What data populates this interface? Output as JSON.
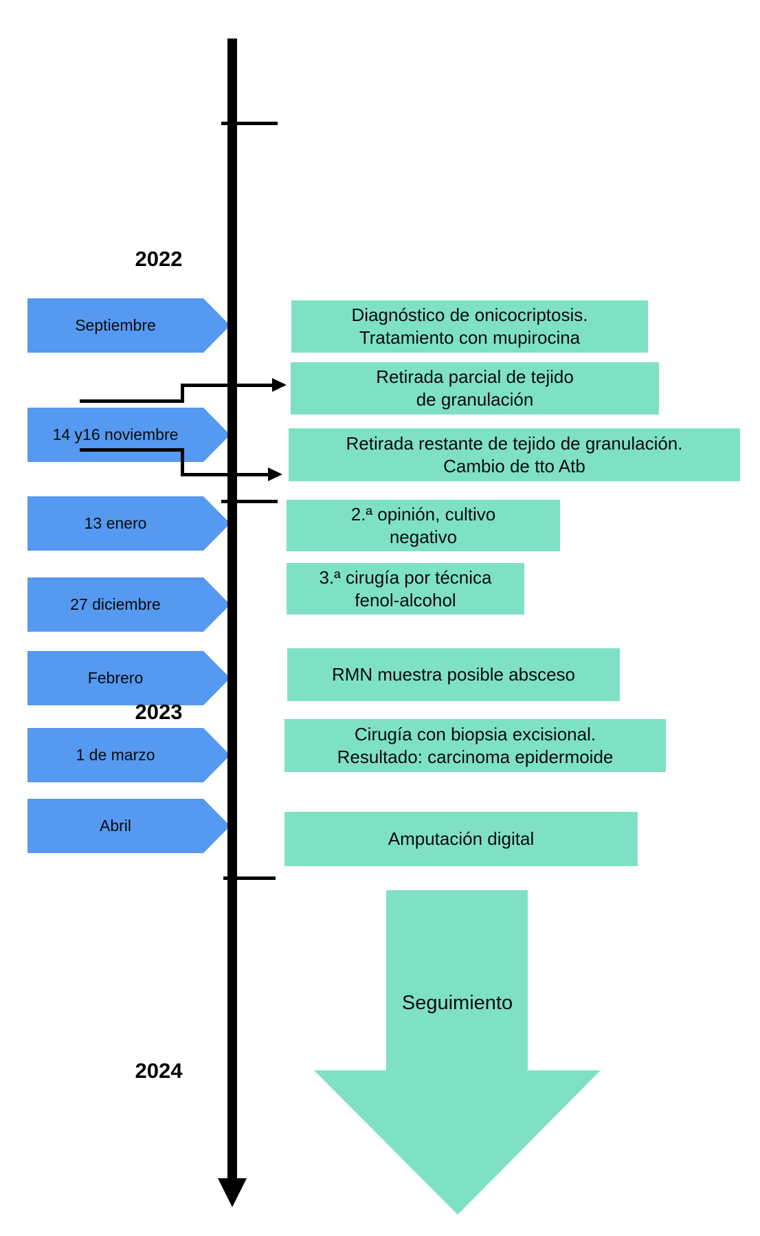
{
  "colors": {
    "arrow_blue": "#5599F0",
    "box_teal": "#7FE1C4",
    "line_black": "#000000"
  },
  "years": [
    {
      "label": "2022"
    },
    {
      "label": "2023"
    },
    {
      "label": "2024"
    }
  ],
  "date_arrows": [
    {
      "label": "Septiembre"
    },
    {
      "label": "14 y16 noviembre"
    },
    {
      "label": "13 enero"
    },
    {
      "label": "27 diciembre"
    },
    {
      "label": "Febrero"
    },
    {
      "label": "1 de marzo"
    },
    {
      "label": "Abril"
    }
  ],
  "event_boxes": [
    {
      "line1": "Diagnóstico de onicocriptosis.",
      "line2": "Tratamiento con mupirocina"
    },
    {
      "line1": "Retirada parcial de tejido",
      "line2": "de granulación"
    },
    {
      "line1": "Retirada restante de tejido de granulación.",
      "line2": "Cambio de tto Atb"
    },
    {
      "line1": "2.ª opinión, cultivo",
      "line2": "negativo"
    },
    {
      "line1": "3.ª cirugía por técnica",
      "line2": "fenol-alcohol"
    },
    {
      "line1": "RMN muestra posible absceso"
    },
    {
      "line1": "Cirugía con biopsia excisional.",
      "line2": "Resultado: carcinoma epidermoide"
    },
    {
      "line1": "Amputación digital"
    }
  ],
  "followup_arrow": {
    "label": "Seguimiento"
  }
}
